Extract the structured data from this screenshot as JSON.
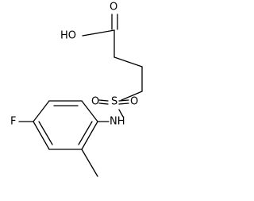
{
  "molecule": {
    "atoms": {
      "oxygen_carbonyl": "O",
      "hydroxyl": "HO",
      "sulfonyl_oxygen_left": "O",
      "sulfur": "S",
      "sulfonyl_oxygen_right": "O",
      "amine": "NH",
      "fluorine": "F"
    }
  }
}
